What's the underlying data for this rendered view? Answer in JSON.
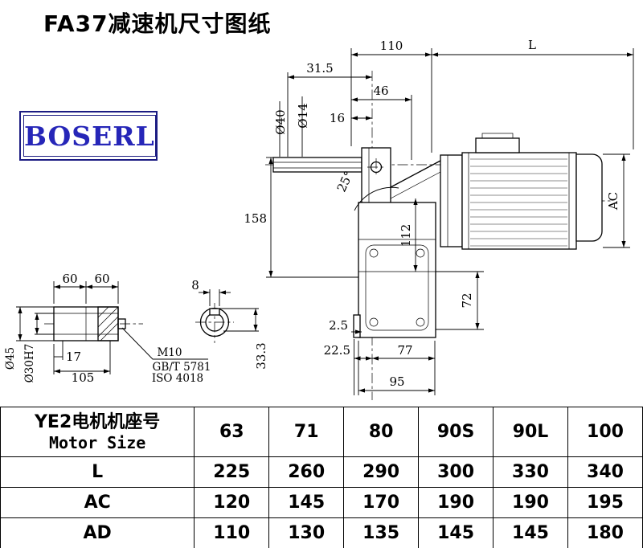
{
  "page": {
    "title": "FA37减速机尺寸图纸"
  },
  "logo": {
    "text": "BOSERL"
  },
  "main_view": {
    "d110": "110",
    "dL": "L",
    "d31_5": "31.5",
    "d46": "46",
    "d16": "16",
    "dia40": "Ø40",
    "dia14": "Ø14",
    "angle": "25°",
    "d158": "158",
    "d112": "112",
    "dAC": "AC",
    "d72": "72",
    "d2_5": "2.5",
    "d22_5": "22.5",
    "d77": "77",
    "d95": "95"
  },
  "shaft_view": {
    "d60a": "60",
    "d60b": "60",
    "d8": "8",
    "dia45": "Ø45",
    "dia30": "Ø30H7",
    "d17": "17",
    "d105": "105",
    "m10": "M10",
    "gb": "GB/T 5781",
    "iso": "ISO 4018",
    "d33_3": "33.3"
  },
  "table": {
    "header_cn": "YE2电机机座号",
    "header_en": "Motor Size",
    "sizes": [
      "63",
      "71",
      "80",
      "90S",
      "90L",
      "100"
    ],
    "rows": [
      {
        "label": "L",
        "values": [
          "225",
          "260",
          "290",
          "300",
          "330",
          "340"
        ]
      },
      {
        "label": "AC",
        "values": [
          "120",
          "145",
          "170",
          "190",
          "190",
          "195"
        ]
      },
      {
        "label": "AD",
        "values": [
          "110",
          "130",
          "135",
          "145",
          "145",
          "180"
        ]
      }
    ]
  }
}
